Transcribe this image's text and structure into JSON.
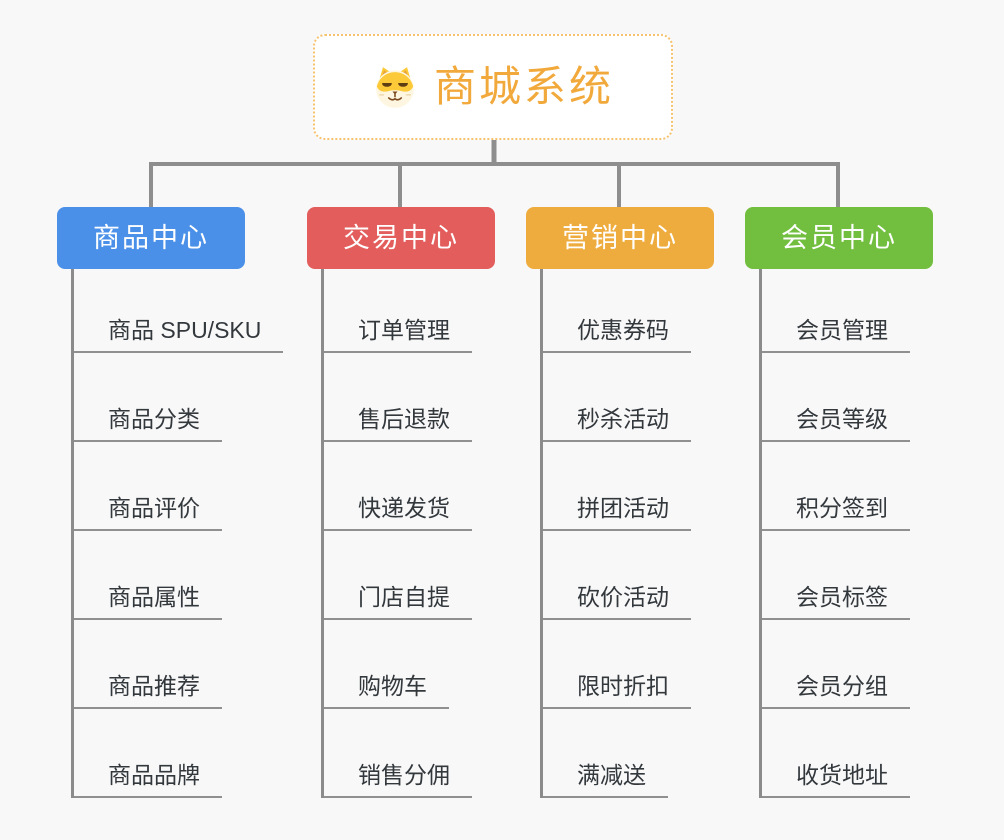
{
  "canvas": {
    "background_color": "#f8f8f8",
    "connector_color": "#8e8e8e",
    "underline_color": "#909090"
  },
  "root": {
    "title": "商城系统",
    "icon": "shiba-dog-icon",
    "text_color": "#f2a93c",
    "border_color": "#f6c26d",
    "background_color": "#ffffff"
  },
  "branches": [
    {
      "label": "商品中心",
      "color": "#4b90e8",
      "children": [
        "商品 SPU/SKU",
        "商品分类",
        "商品评价",
        "商品属性",
        "商品推荐",
        "商品品牌"
      ]
    },
    {
      "label": "交易中心",
      "color": "#e25d5b",
      "children": [
        "订单管理",
        "售后退款",
        "快递发货",
        "门店自提",
        "购物车",
        "销售分佣"
      ]
    },
    {
      "label": "营销中心",
      "color": "#efac3e",
      "children": [
        "优惠券码",
        "秒杀活动",
        "拼团活动",
        "砍价活动",
        "限时折扣",
        "满减送"
      ]
    },
    {
      "label": "会员中心",
      "color": "#72be3f",
      "children": [
        "会员管理",
        "会员等级",
        "积分签到",
        "会员标签",
        "会员分组",
        "收货地址"
      ]
    }
  ]
}
